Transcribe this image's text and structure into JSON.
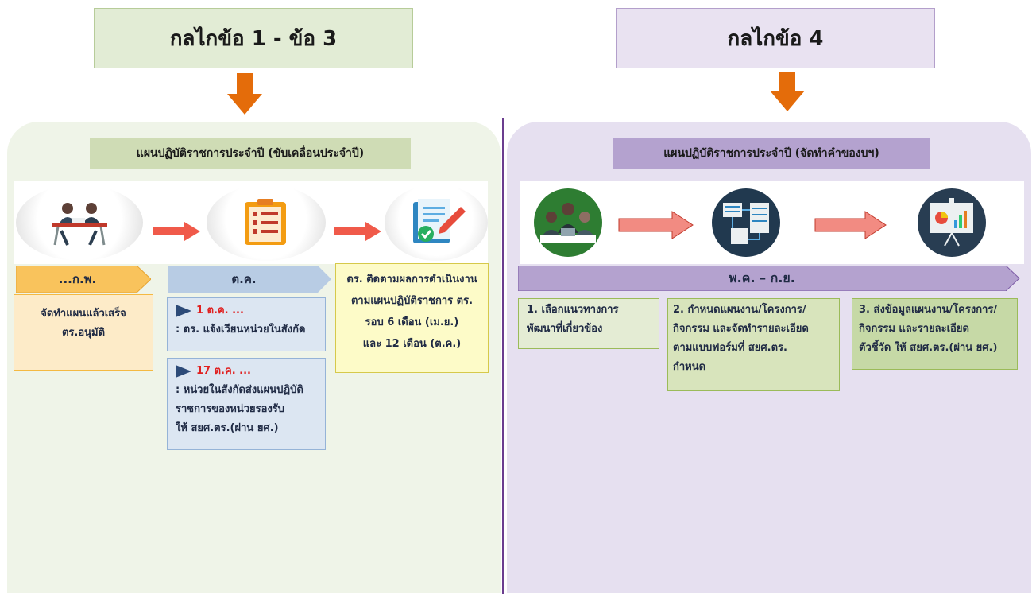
{
  "left": {
    "header": "กลไกข้อ 1 - ข้อ 3",
    "panel_title": "แผนปฏิบัติราชการประจำปี (ขับเคลื่อนประจำปี)",
    "steps": [
      {
        "tab": "...ก.พ.",
        "text_lines": [
          "จัดทำแผนแล้วเสร็จ",
          "ตร.อนุมัติ"
        ]
      },
      {
        "tab": "ต.ค.",
        "items": [
          {
            "date": "1 ต.ค. ...",
            "lines": [
              ": ตร. แจ้งเวียนหน่วยในสังกัด"
            ]
          },
          {
            "date": "17 ต.ค. ...",
            "lines": [
              ": หน่วยในสังกัดส่งแผนปฏิบัติ",
              "ราชการของหน่วยรองรับ",
              "ให้ สยศ.ตร.(ผ่าน ยศ.)"
            ]
          }
        ]
      },
      {
        "text_lines": [
          "ตร. ติดตามผลการดำเนินงาน",
          "ตามแผนปฏิบัติราชการ ตร.",
          "รอบ 6 เดือน (เม.ย.)",
          "และ 12 เดือน (ต.ค.)"
        ]
      }
    ],
    "icons": [
      "meeting-icon",
      "clipboard-icon",
      "document-check-icon"
    ]
  },
  "right": {
    "header": "กลไกข้อ 4",
    "panel_title": "แผนปฏิบัติราชการประจำปี (จัดทำคำของบฯ)",
    "timeline": "พ.ค. – ก.ย.",
    "steps": [
      {
        "lines": [
          "1. เลือกแนวทางการ",
          "พัฒนาที่เกี่ยวข้อง"
        ]
      },
      {
        "lines": [
          "2. กำหนดแผนงาน/โครงการ/",
          "กิจกรรม และจัดทำรายละเอียด",
          "ตามแบบฟอร์มที่ สยศ.ตร.",
          "กำหนด"
        ]
      },
      {
        "lines": [
          "3. ส่งข้อมูลแผนงาน/โครงการ/",
          "กิจกรรม และรายละเอียด",
          "ตัวชี้วัด ให้ สยศ.ตร.(ผ่าน ยศ.)"
        ]
      }
    ],
    "icons": [
      "team-meeting-icon",
      "flowchart-icon",
      "presentation-icon"
    ]
  },
  "colors": {
    "arrow_orange": "#e46c0a",
    "left_panel": "#eff4e8",
    "right_panel": "#e6e0f0",
    "divider": "#6b3d8f"
  }
}
